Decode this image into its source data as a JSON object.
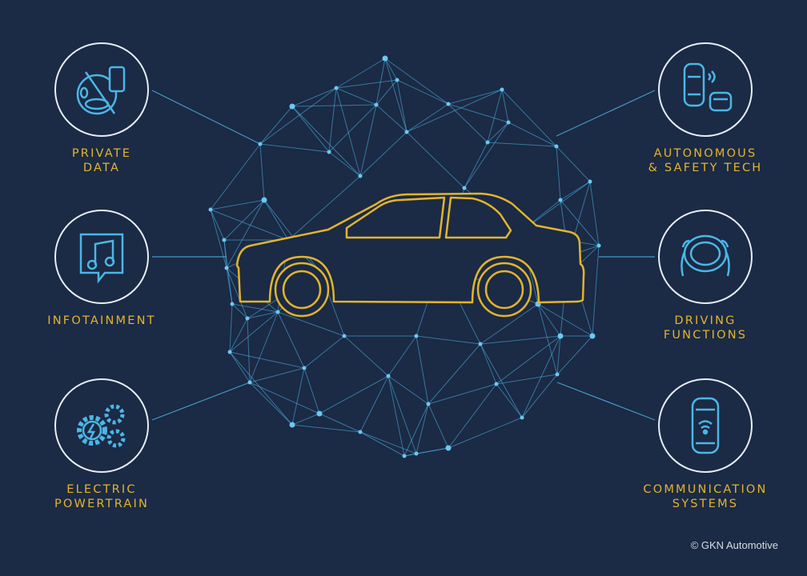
{
  "colors": {
    "background": "#1b2a45",
    "accent_yellow": "#e3b42c",
    "network_blue": "#4cb6e6",
    "ring_white": "#e8edf2"
  },
  "center": {
    "icon": "car-outline-icon",
    "network": "mesh-sphere"
  },
  "features": [
    {
      "id": "private-data",
      "icon": "steering-wheel-phone-crossed-icon",
      "lines": [
        "PRIVATE",
        "DATA"
      ]
    },
    {
      "id": "infotainment",
      "icon": "music-note-icon",
      "lines": [
        "INFOTAINMENT"
      ]
    },
    {
      "id": "electric-powertrain",
      "icon": "gears-lightning-icon",
      "lines": [
        "ELECTRIC",
        "POWERTRAIN"
      ]
    },
    {
      "id": "autonomous-safety",
      "icon": "cars-sensor-icon",
      "lines": [
        "AUTONOMOUS",
        "& SAFETY TECH"
      ]
    },
    {
      "id": "driving-functions",
      "icon": "hands-steering-wheel-icon",
      "lines": [
        "DRIVING",
        "FUNCTIONS"
      ]
    },
    {
      "id": "communication-systems",
      "icon": "car-wifi-icon",
      "lines": [
        "COMMUNICATION",
        "SYSTEMS"
      ]
    }
  ],
  "copyright": "© GKN Automotive"
}
